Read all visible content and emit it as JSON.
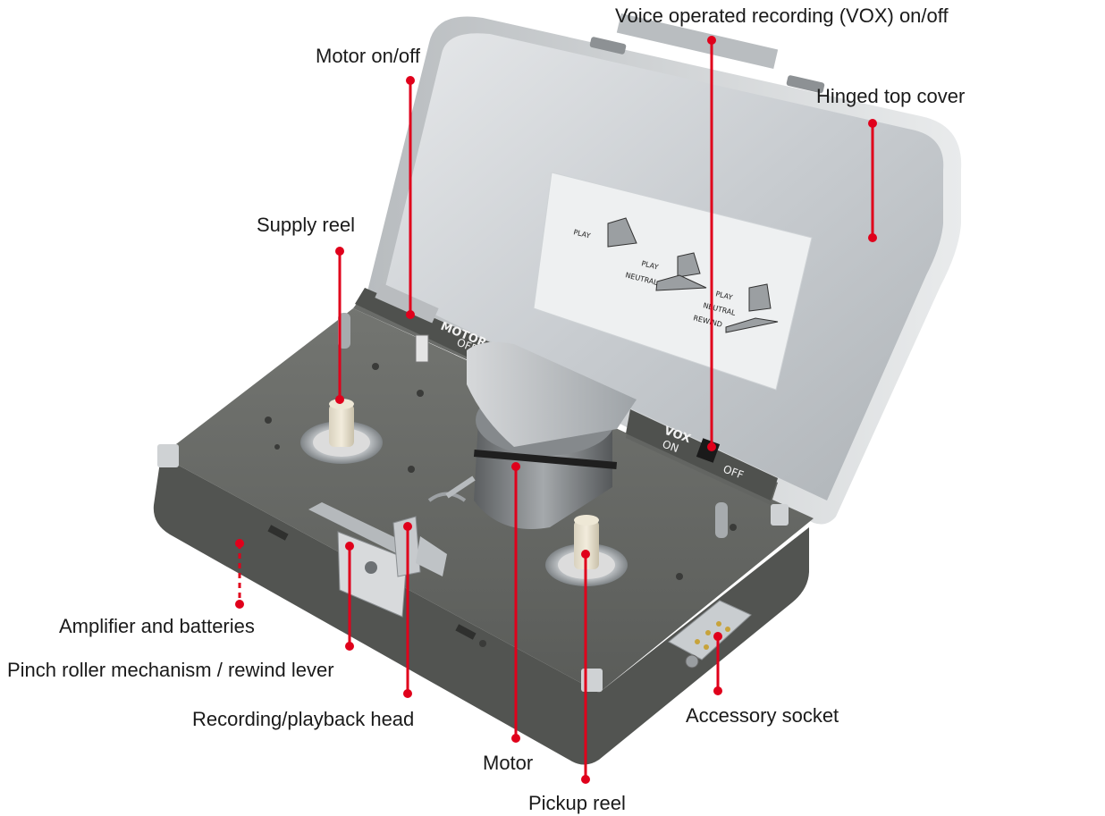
{
  "colors": {
    "callout": "#e0001b",
    "cover_metal": "#c9cdd0",
    "body_grey": "#6b6d6a",
    "deck_grey": "#5f615e"
  },
  "device": {
    "lid_sticker": {
      "row1": "PLAY",
      "row2_top": "PLAY",
      "row2_bottom": "NEUTRAL",
      "row3_top": "PLAY",
      "row3_mid": "NEUTRAL",
      "row3_bottom": "REWIND"
    },
    "motor_switch": {
      "title": "MOTOR",
      "state": "OFF"
    },
    "vox_switch": {
      "title": "VOX",
      "on": "ON",
      "off": "OFF"
    }
  },
  "callouts": {
    "vox": "Voice operated recording (VOX)  on/off",
    "motor_switch": "Motor on/off",
    "top_cover": "Hinged top cover",
    "supply_reel": "Supply reel",
    "amplifier": "Amplifier and batteries",
    "pinch_roller": "Pinch roller mechanism / rewind lever",
    "head": "Recording/playback head",
    "accessory": "Accessory socket",
    "motor": "Motor",
    "pickup_reel": "Pickup reel"
  }
}
